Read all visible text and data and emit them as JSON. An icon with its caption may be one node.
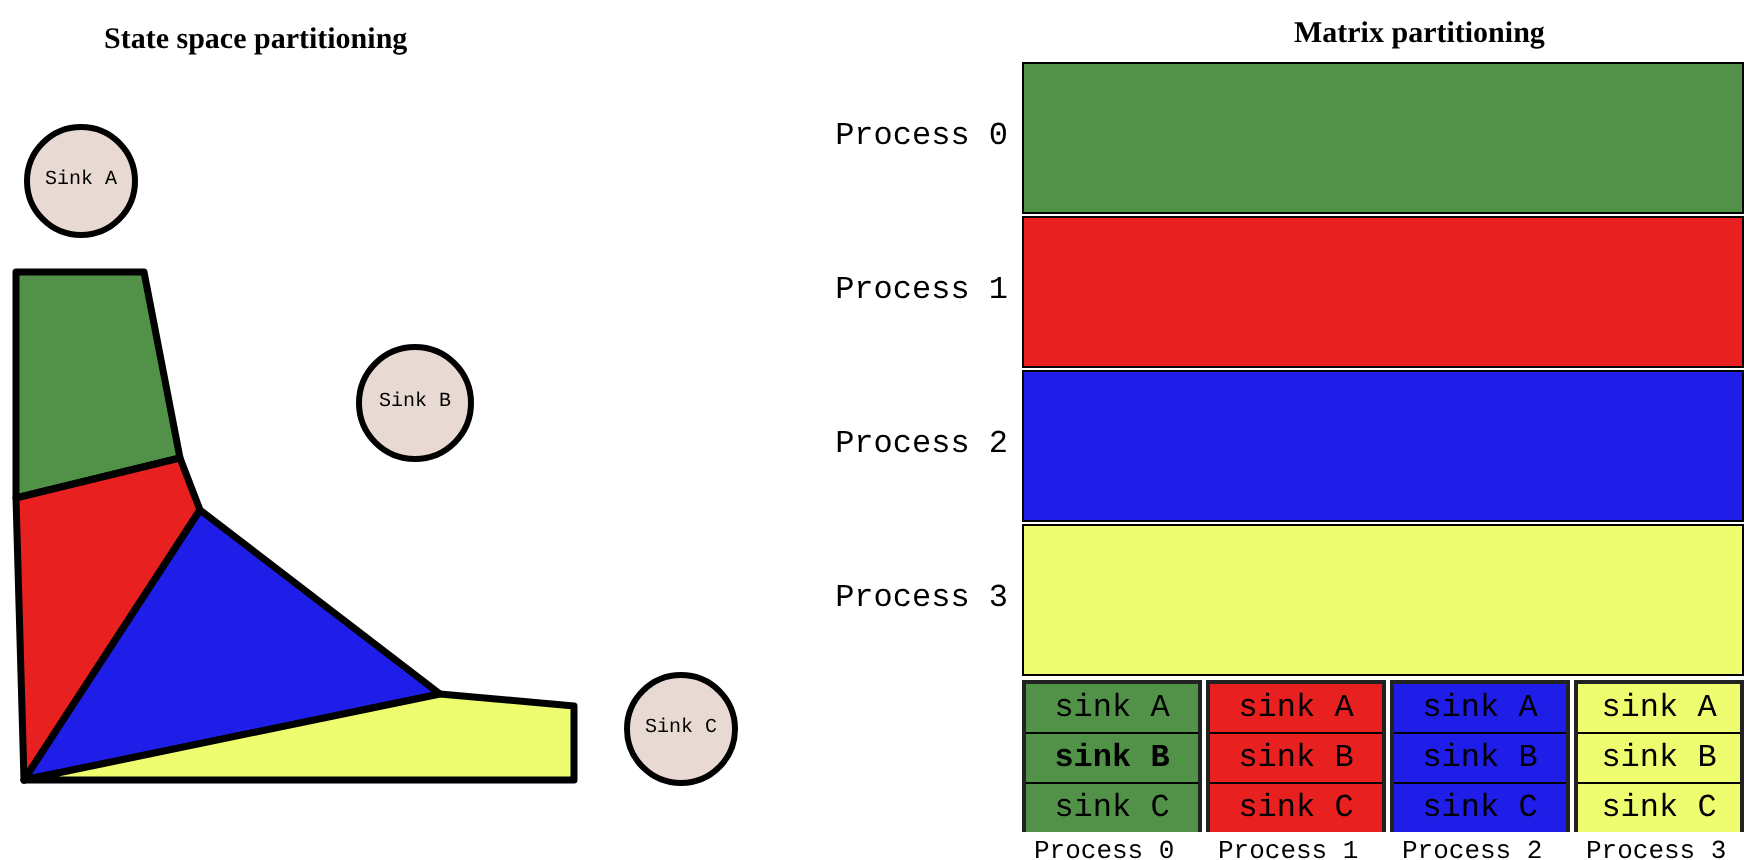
{
  "diagram": {
    "nodes": [
      {
        "text": [
          "Sink A"
        ]
      },
      {
        "text": [
          "Sink B"
        ]
      },
      {
        "text": [
          "Sink C"
        ]
      },
      {
        "text": [],
        "shape": "bar",
        "beside": [
          "Process 0"
        ]
      },
      {
        "text": [],
        "shape": "bar",
        "beside": [
          "Process 1"
        ]
      },
      {
        "text": [],
        "shape": "bar",
        "beside": [
          "Process 2"
        ]
      },
      {
        "text": [],
        "shape": "bar",
        "beside": [
          "Process 3"
        ]
      },
      {
        "text": [],
        "shape": "box",
        "beside": [
          "Process 0"
        ]
      },
      {
        "text": [
          "sink A"
        ],
        "in": 7
      },
      {
        "text": [
          "sink B"
        ],
        "in": 7
      },
      {
        "text": [
          "sink C"
        ],
        "in": 7
      },
      {
        "text": [],
        "shape": "box",
        "beside": [
          "Process 1"
        ]
      },
      {
        "text": [
          "sink A"
        ],
        "in": 11
      },
      {
        "text": [
          "sink B"
        ],
        "in": 11
      },
      {
        "text": [
          "sink C"
        ],
        "in": 11
      },
      {
        "text": [],
        "shape": "box",
        "beside": [
          "Process 2"
        ]
      },
      {
        "text": [
          "sink A"
        ],
        "in": 15
      },
      {
        "text": [
          "sink B"
        ],
        "in": 15
      },
      {
        "text": [
          "sink C"
        ],
        "in": 15
      },
      {
        "text": [],
        "shape": "box",
        "beside": [
          "Process 3"
        ]
      },
      {
        "text": [
          "sink A"
        ],
        "in": 19
      },
      {
        "text": [
          "sink B"
        ],
        "in": 19
      },
      {
        "text": [
          "sink C"
        ],
        "in": 19
      }
    ],
    "labels": [
      "State space partitioning",
      "Matrix partitioning"
    ]
  }
}
